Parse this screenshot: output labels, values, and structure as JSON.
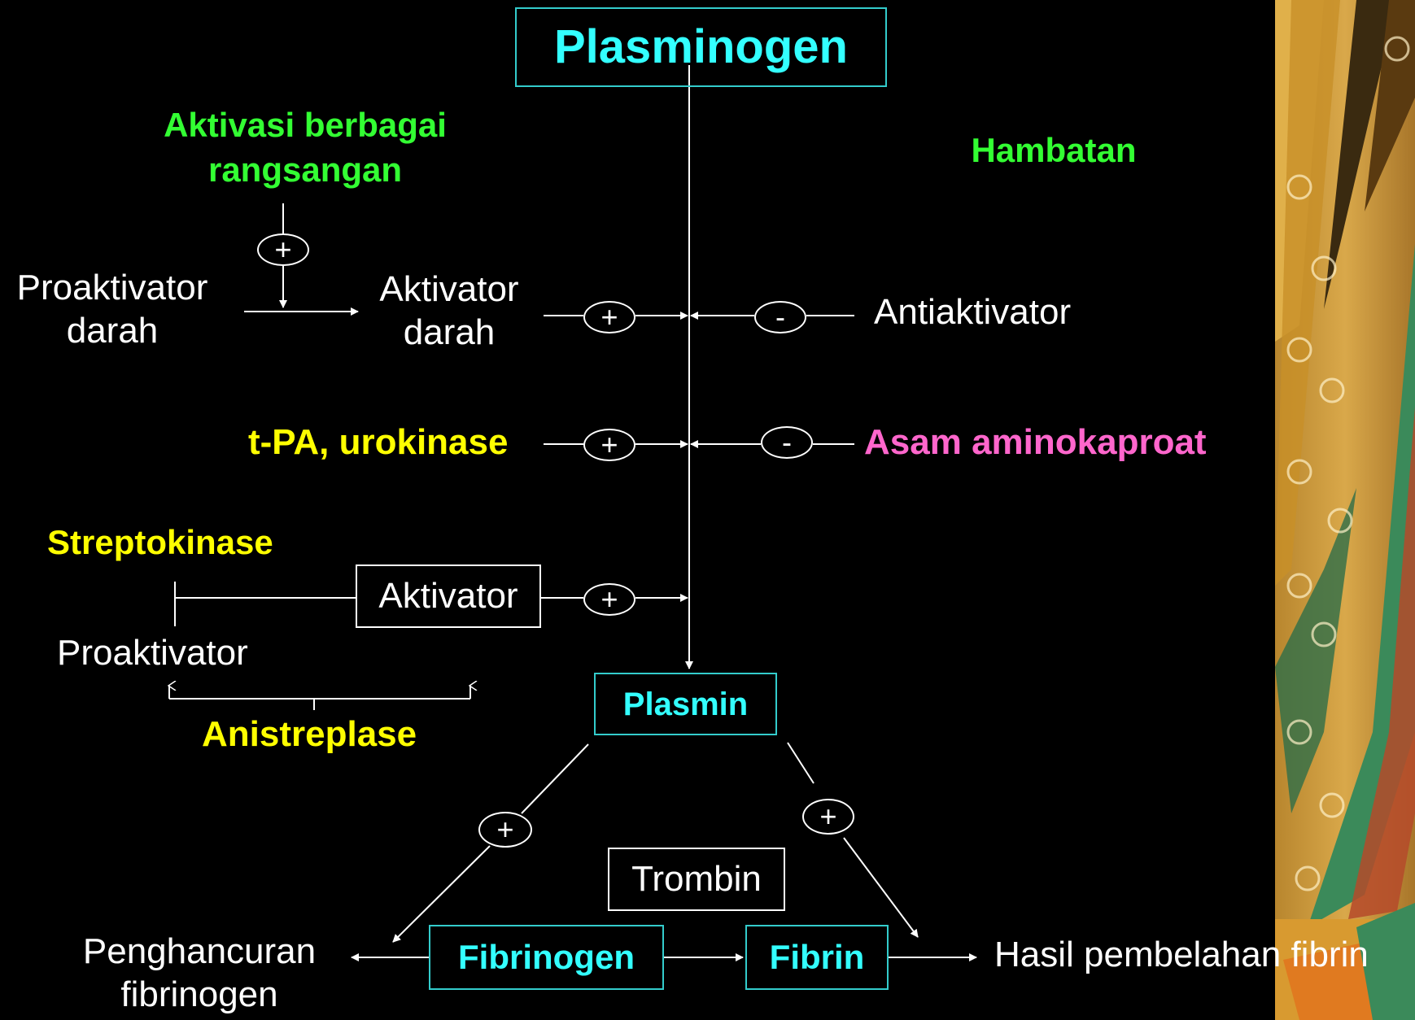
{
  "nodes": {
    "plasminogen": "Plasminogen",
    "aktivasi": "Aktivasi berbagai rangsangan",
    "hambatan": "Hambatan",
    "proaktivator_darah": "Proaktivator darah",
    "aktivator_darah": "Aktivator darah",
    "antiaktivator": "Antiaktivator",
    "tpa": "t-PA, urokinase",
    "asam": "Asam aminokaproat",
    "streptokinase": "Streptokinase",
    "aktivator": "Aktivator",
    "proaktivator": "Proaktivator",
    "anistreplase": "Anistreplase",
    "plasmin": "Plasmin",
    "trombin": "Trombin",
    "penghancuran": "Penghancuran fibrinogen",
    "fibrinogen": "Fibrinogen",
    "fibrin": "Fibrin",
    "hasil": "Hasil pembelahan fibrin"
  },
  "signs": {
    "plus": "+",
    "minus": "-"
  },
  "colors": {
    "green": "#33ff33",
    "yellow": "#ffff00",
    "pink": "#ff66cc",
    "cyan": "#33ffff"
  }
}
